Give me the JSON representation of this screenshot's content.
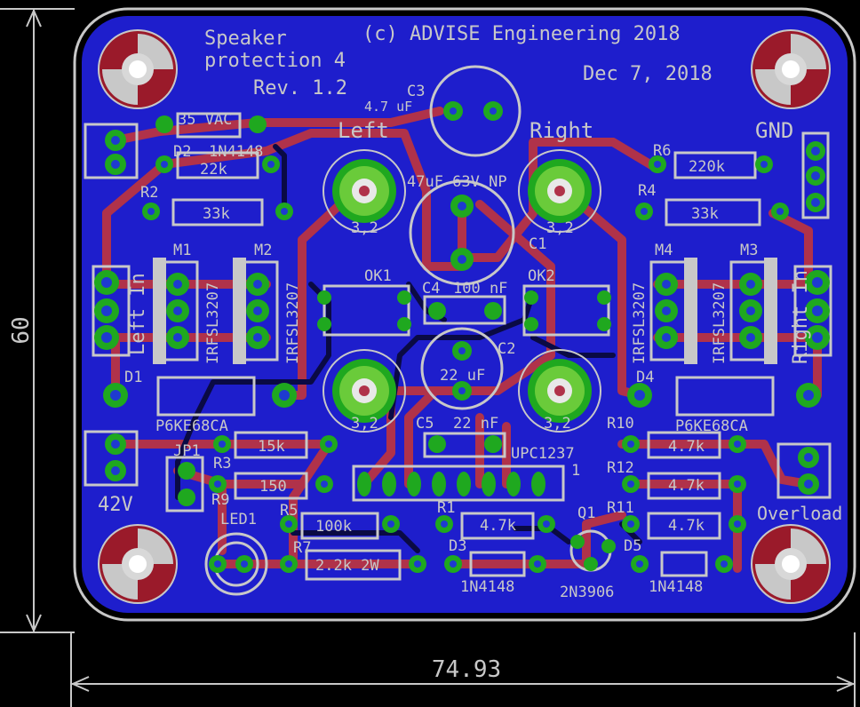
{
  "title": "Speaker protection 4",
  "title_line1": "Speaker",
  "title_line2": "protection 4",
  "revision": "Rev. 1.2",
  "copyright": "(c) ADVISE Engineering 2018",
  "date": "Dec 7, 2018",
  "dimension_width": "74.93",
  "dimension_height": "60",
  "colors": {
    "board": "#1e1ecc",
    "trace": "#b0324a",
    "silk": "#c8c8c8",
    "pad": "#1fa81f"
  },
  "labels": {
    "gnd": "GND",
    "left": "Left",
    "right": "Right",
    "left_in": "Left In",
    "right_in": "Right In",
    "v42": "42V",
    "overload": "Overload",
    "c3": "C3",
    "c3_val": "4.7 uF",
    "c1": "C1",
    "c1_val": "47uF 63V NP",
    "c2": "C2",
    "c2_val": "22 uF",
    "c4": "C4",
    "c4_val": "100 nF",
    "c5": "C5",
    "c5_val": "22 nF",
    "d2": "D2",
    "d2_val": "1N4148",
    "d1": "D1",
    "d1_val": "P6KE68CA",
    "d4": "D4",
    "d4_val": "P6KE68CA",
    "d3": "D3",
    "d3_val": "1N4148",
    "d5": "D5",
    "d5_val": "1N4148",
    "r1": "R1",
    "r1_val": "4.7k",
    "r2": "R2",
    "r2_val": "33k",
    "r3": "R3",
    "r3_val": "15k",
    "r4": "R4",
    "r4_val": "33k",
    "r5": "R5",
    "r5_val": "100k",
    "r6": "R6",
    "r6_val": "220k",
    "r7": "R7",
    "r7_val": "2.2k 2W",
    "r8_val": "22k",
    "r9": "R9",
    "r9_val": "150",
    "r10": "R10",
    "r10_val": "4.7k",
    "r11": "R11",
    "r11_val": "4.7k",
    "r12": "R12",
    "r12_val": "4.7k",
    "m1": "M1",
    "m2": "M2",
    "m3": "M3",
    "m4": "M4",
    "mosfet": "IRFSL3207",
    "ok1": "OK1",
    "ok2": "OK2",
    "ic": "UPC1237",
    "ic_pin": "1",
    "q1": "Q1",
    "q1_val": "2N3906",
    "jp1": "JP1",
    "led1": "LED1",
    "spk_val": "3,2",
    "misc_top": "35 VAC"
  }
}
